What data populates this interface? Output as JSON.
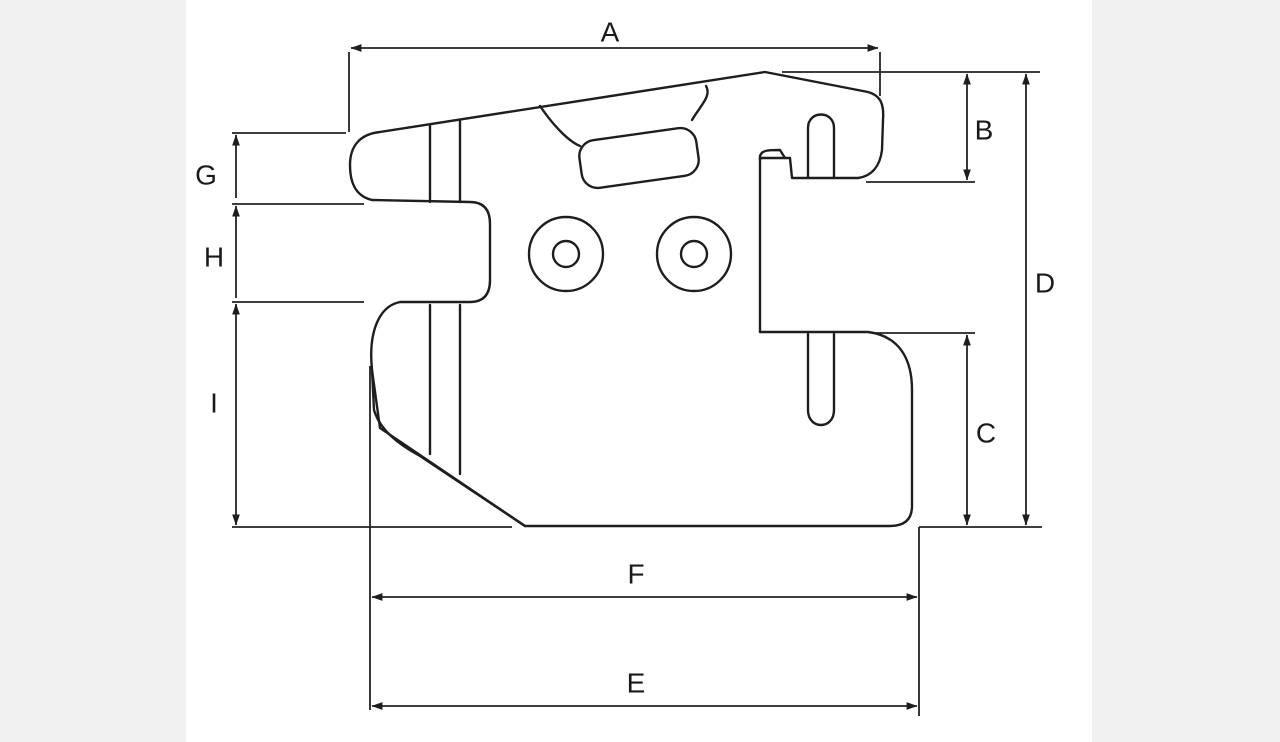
{
  "diagram": {
    "labels": {
      "A": "A",
      "B": "B",
      "C": "C",
      "D": "D",
      "E": "E",
      "F": "F",
      "G": "G",
      "H": "H",
      "I": "I"
    },
    "colors": {
      "background": "#ffffff",
      "side_band": "#f1f1f1",
      "line": "#1e1e1e"
    }
  }
}
